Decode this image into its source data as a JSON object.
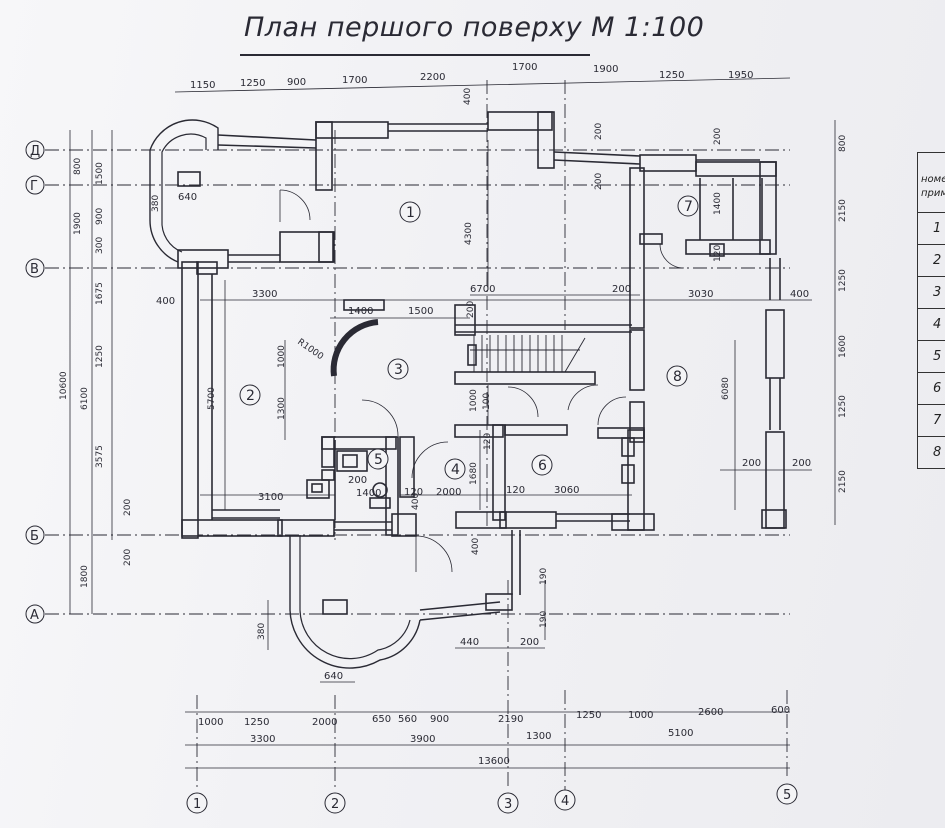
{
  "title": "План першого поверху М 1:100",
  "axes_letters": [
    "Д",
    "Г",
    "В",
    "Б",
    "А"
  ],
  "axes_numbers": [
    "1",
    "2",
    "3",
    "4",
    "5"
  ],
  "rooms": [
    "1",
    "2",
    "3",
    "4",
    "5",
    "6",
    "7",
    "8"
  ],
  "top_dims": [
    "1150",
    "1250",
    "900",
    "1700",
    "2200",
    "1700",
    "1900",
    "1250",
    "1950"
  ],
  "bottom_dims_row1": [
    "1000",
    "1250",
    "2000",
    "650",
    "560",
    "900",
    "2190",
    "1250",
    "1000",
    "2600",
    "600"
  ],
  "bottom_dims_row2": [
    "3300",
    "3900",
    "1300",
    "5100"
  ],
  "bottom_total": "13600",
  "left_dims": [
    "800",
    "1500",
    "1900",
    "900",
    "300",
    "1675",
    "1250",
    "3575",
    "200",
    "200",
    "1800",
    "10600",
    "6100",
    "380"
  ],
  "right_dims": [
    "800",
    "2150",
    "1250",
    "1600",
    "1250",
    "2150"
  ],
  "inner_dims": [
    "3300",
    "6700",
    "200",
    "3030",
    "400",
    "400",
    "1400",
    "1500",
    "200",
    "R1000",
    "1000",
    "1300",
    "5700",
    "4300",
    "100",
    "1000",
    "1680",
    "120",
    "120",
    "2000",
    "120",
    "3060",
    "3100",
    "200",
    "1400",
    "400",
    "190",
    "190",
    "440",
    "200",
    "640",
    "640",
    "380",
    "400",
    "200",
    "200",
    "200",
    "1400",
    "120",
    "6080",
    "200",
    "200",
    "400"
  ],
  "table": {
    "header": "номер прим",
    "rows": [
      "1",
      "2",
      "3",
      "4",
      "5",
      "6",
      "7",
      "8"
    ]
  }
}
